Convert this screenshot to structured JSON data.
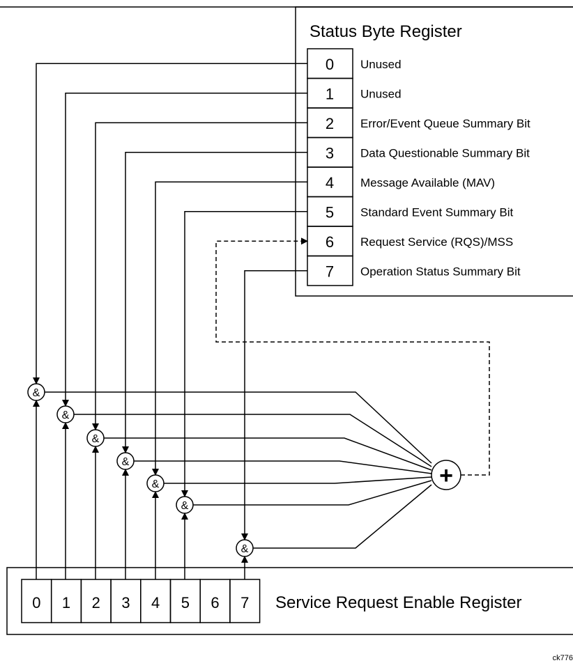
{
  "status_byte_register": {
    "title": "Status Byte Register",
    "bits": [
      {
        "bit": "0",
        "label": "Unused"
      },
      {
        "bit": "1",
        "label": "Unused"
      },
      {
        "bit": "2",
        "label": "Error/Event Queue Summary Bit"
      },
      {
        "bit": "3",
        "label": "Data Questionable Summary Bit"
      },
      {
        "bit": "4",
        "label": "Message Available (MAV)"
      },
      {
        "bit": "5",
        "label": "Standard Event Summary Bit"
      },
      {
        "bit": "6",
        "label": "Request Service (RQS)/MSS"
      },
      {
        "bit": "7",
        "label": "Operation Status Summary Bit"
      }
    ]
  },
  "service_request_enable_register": {
    "title": "Service Request Enable Register",
    "bits": [
      "0",
      "1",
      "2",
      "3",
      "4",
      "5",
      "6",
      "7"
    ]
  },
  "and_gate_symbol": "&",
  "or_symbol": "+",
  "figure_code": "ck776"
}
